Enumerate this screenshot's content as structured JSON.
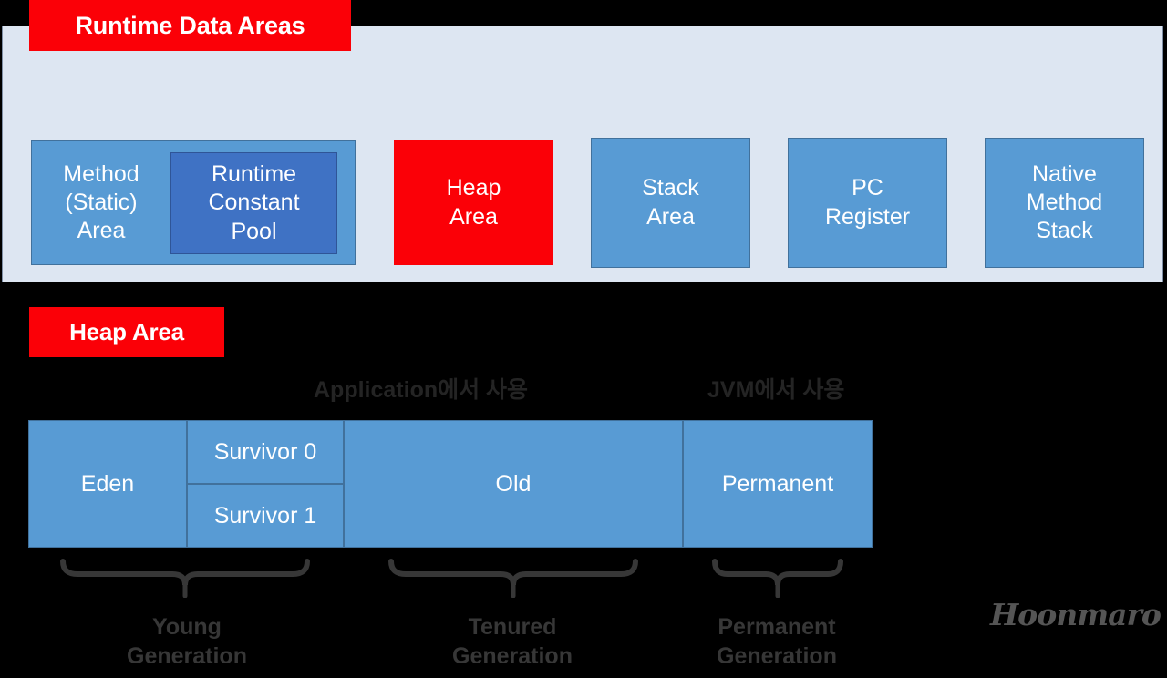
{
  "diagram": {
    "title": "JVM Runtime Data Areas and Heap Area",
    "colors": {
      "panel_background": "#dde6f2",
      "panel_border": "#7f8fa6",
      "memory_box": "#589bd4",
      "memory_box_border": "#41719c",
      "inner_box": "#3f72c4",
      "highlight_red": "#fb0007",
      "label_gray": "#373737",
      "text_white": "#ffffff",
      "page_background": "#000000"
    }
  },
  "runtime_data_areas": {
    "tag_label": "Runtime Data Areas",
    "boxes": [
      {
        "name": "method-area",
        "label": "Method\n(Static)\nArea",
        "line1": "Method",
        "line2": "(Static)",
        "line3": "Area",
        "color": "#589bd4"
      },
      {
        "name": "runtime-constant-pool",
        "label": "Runtime\nConstant\nPool",
        "line1": "Runtime",
        "line2": "Constant",
        "line3": "Pool",
        "color": "#3f72c4"
      },
      {
        "name": "heap-area",
        "label": "Heap\nArea",
        "line1": "Heap",
        "line2": "Area",
        "color": "#fb0007"
      },
      {
        "name": "stack-area",
        "label": "Stack\nArea",
        "line1": "Stack",
        "line2": "Area",
        "color": "#589bd4"
      },
      {
        "name": "pc-register",
        "label": "PC\nRegister",
        "line1": "PC",
        "line2": "Register",
        "color": "#589bd4"
      },
      {
        "name": "native-method-stack",
        "label": "Native\nMethod\nStack",
        "line1": "Native",
        "line2": "Method",
        "line3": "Stack",
        "color": "#589bd4"
      }
    ]
  },
  "heap_area": {
    "tag_label": "Heap Area",
    "usage_labels": [
      {
        "name": "application-usage",
        "text": "Application에서 사용"
      },
      {
        "name": "jvm-usage",
        "text": "JVM에서 사용"
      }
    ],
    "cells": [
      {
        "name": "eden",
        "label": "Eden"
      },
      {
        "name": "survivor-0",
        "label": "Survivor 0"
      },
      {
        "name": "survivor-1",
        "label": "Survivor 1"
      },
      {
        "name": "old",
        "label": "Old"
      },
      {
        "name": "permanent",
        "label": "Permanent"
      }
    ],
    "generations": [
      {
        "name": "young-generation",
        "line1": "Young",
        "line2": "Generation"
      },
      {
        "name": "tenured-generation",
        "line1": "Tenured",
        "line2": "Generation"
      },
      {
        "name": "permanent-generation",
        "line1": "Permanent",
        "line2": "Generation"
      }
    ]
  },
  "watermark": {
    "text": "Hoonmaro"
  }
}
